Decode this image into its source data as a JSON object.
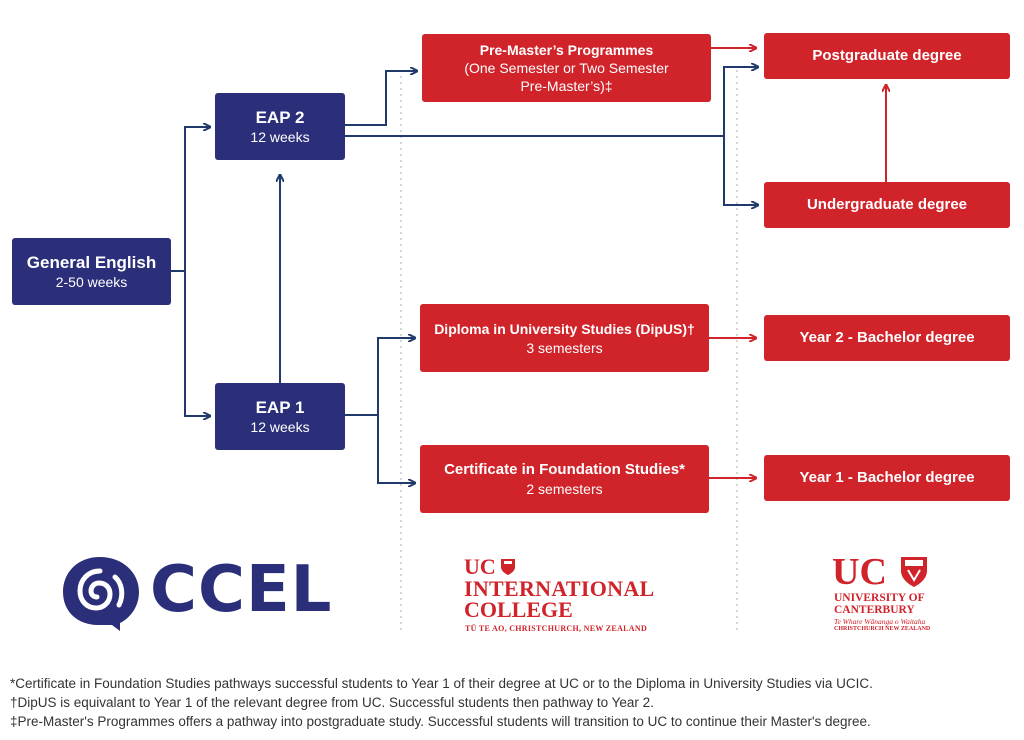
{
  "colors": {
    "navy": "#2b2f7a",
    "red": "#d0232a",
    "line_navy": "#1f3a6b"
  },
  "boxes": {
    "general_english": {
      "title": "General English",
      "sub": "2-50 weeks"
    },
    "eap2": {
      "title": "EAP 2",
      "sub": "12 weeks"
    },
    "eap1": {
      "title": "EAP 1",
      "sub": "12 weeks"
    },
    "premasters": {
      "title": "Pre-Master’s Programmes",
      "sub1": "(One Semester or Two Semester",
      "sub2": "Pre-Master’s)‡"
    },
    "dipus": {
      "title": "Diploma in University Studies (DipUS)†",
      "sub": "3 semesters"
    },
    "cfs": {
      "title": "Certificate in Foundation Studies*",
      "sub": "2 semesters"
    },
    "postgrad": {
      "title": "Postgraduate degree"
    },
    "undergrad": {
      "title": "Undergraduate degree"
    },
    "year2": {
      "title": "Year 2 - Bachelor degree"
    },
    "year1": {
      "title": "Year 1 - Bachelor degree"
    }
  },
  "logos": {
    "ccel": {
      "text": "CCEL",
      "icon": "ccel-swirl-icon"
    },
    "ucic": {
      "uc": "UC",
      "line1": "INTERNATIONAL",
      "line2": "COLLEGE",
      "tagline": "TŪ TE AO, CHRISTCHURCH, NEW ZEALAND",
      "icon": "crest-icon"
    },
    "uc": {
      "uc": "UC",
      "line1": "UNIVERSITY OF",
      "line2": "CANTERBURY",
      "tagline1": "Te Whare Wānanga o Waitaha",
      "tagline2": "CHRISTCHURCH NEW ZEALAND",
      "icon": "crest-icon"
    }
  },
  "footnotes": [
    "*Certificate in Foundation Studies pathways successful students to Year 1 of their degree at UC or to the Diploma in University Studies via UCIC.",
    "†DipUS is equivalant to Year 1 of the relevant degree from UC. Successful students then pathway to Year 2.",
    "‡Pre-Master's Programmes offers a pathway into postgraduate study. Successful students will transition to UC to continue their Master's degree."
  ]
}
